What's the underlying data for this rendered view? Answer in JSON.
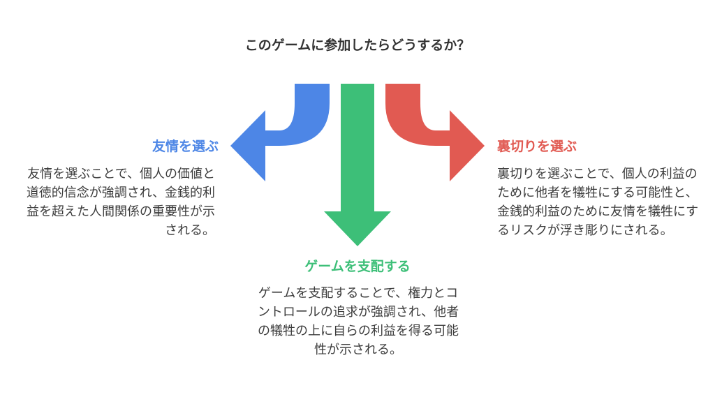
{
  "title": "このゲームに参加したらどうするか？",
  "colors": {
    "blue": "#4d86e6",
    "green": "#3dbf78",
    "red": "#e15a52",
    "text": "#3c3c3c"
  },
  "options": {
    "friendship": {
      "heading": "友情を選ぶ",
      "description": "友情を選ぶことで、個人の価値と道徳的信念が強調され、金銭的利益を超えた人間関係の重要性が示される。"
    },
    "dominate": {
      "heading": "ゲームを支配する",
      "description": "ゲームを支配することで、権力とコントロールの追求が強調され、他者の犠牲の上に自らの利益を得る可能性が示される。"
    },
    "betrayal": {
      "heading": "裏切りを選ぶ",
      "description": "裏切りを選ぶことで、個人の利益のために他者を犠牲にする可能性と、金銭的利益のために友情を犠牲にするリスクが浮き彫りにされる。"
    }
  }
}
